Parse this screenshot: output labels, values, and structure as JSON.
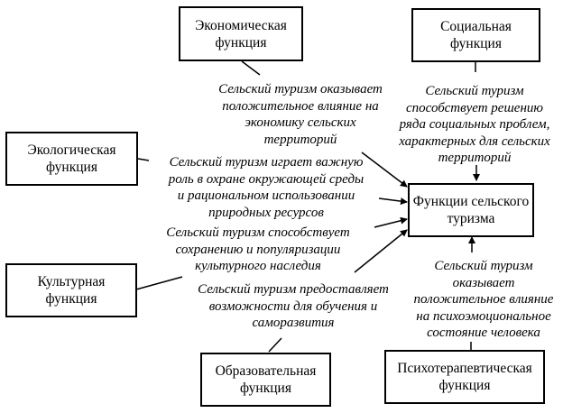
{
  "center": {
    "label_line1": "Функции сельского",
    "label_line2": "туризма"
  },
  "functions": {
    "economic": {
      "line1": "Экономическая",
      "line2": "функция",
      "desc": [
        "Сельский туризм оказывает",
        "положительное влияние на",
        "экономику сельских",
        "территорий"
      ]
    },
    "social": {
      "line1": "Социальная",
      "line2": "функция",
      "desc": [
        "Сельский туризм",
        "способствует решению",
        "ряда социальных проблем,",
        "характерных для сельских",
        "территорий"
      ]
    },
    "ecological": {
      "line1": "Экологическая",
      "line2": "функция",
      "desc": [
        "Сельский туризм играет важную",
        "роль в охране окружающей среды",
        "и рациональном использовании",
        "природных ресурсов"
      ]
    },
    "cultural": {
      "line1": "Культурная",
      "line2": "функция",
      "desc": [
        "Сельский туризм способствует",
        "сохранению и популяризации",
        "культурного наследия"
      ]
    },
    "educational": {
      "line1": "Образовательная",
      "line2": "функция",
      "desc": [
        "Сельский туризм предоставляет",
        "возможности для обучения и",
        "саморазвития"
      ]
    },
    "psychotherapeutic": {
      "line1": "Психотерапевтическая",
      "line2": "функция",
      "desc": [
        "Сельский туризм",
        "оказывает",
        "положительное влияние",
        "на психоэмоциональное",
        "состояние человека"
      ]
    }
  }
}
